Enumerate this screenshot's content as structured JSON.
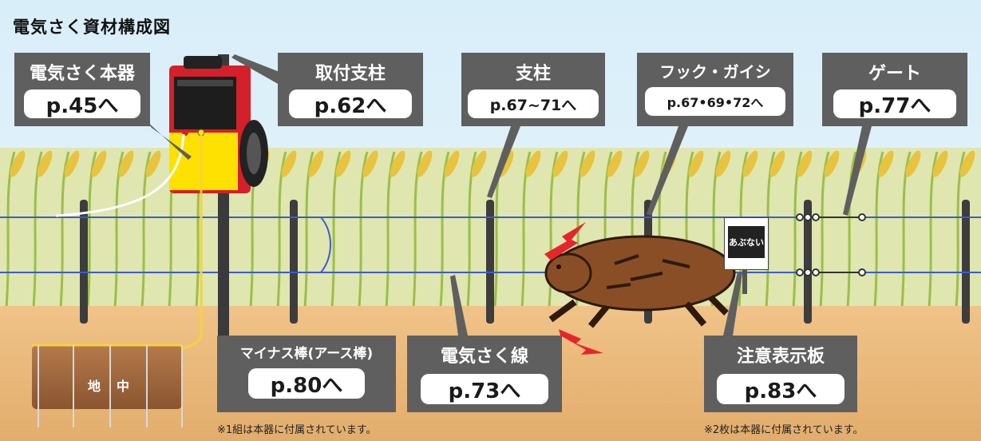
{
  "title": "電気さく資材構成図",
  "callouts": {
    "energizer": {
      "label": "電気さく本器",
      "page": "p.45へ"
    },
    "mount_post": {
      "label": "取付支柱",
      "page": "p.62へ"
    },
    "post": {
      "label": "支柱",
      "page": "p.67~71へ"
    },
    "hook_insulator": {
      "label": "フック・ガイシ",
      "page": "p.67•69•72へ"
    },
    "gate": {
      "label": "ゲート",
      "page": "p.77へ"
    },
    "ground_rod": {
      "label": "マイナス棒(アース棒)",
      "page": "p.80へ"
    },
    "fence_wire": {
      "label": "電気さく線",
      "page": "p.73へ"
    },
    "warning_sign": {
      "label": "注意表示板",
      "page": "p.83へ"
    }
  },
  "notes": {
    "ground_rod_note": "※1組は本器に付属されています。",
    "sign_note": "※2枚は本器に付属されています。"
  },
  "sign_text": "あぶない",
  "ground_text": {
    "left": "地",
    "right": "中"
  },
  "colors": {
    "callout_bg": "#5f5f5f",
    "wire": "#3b5bd6",
    "soil": "#e6b577",
    "sky": "#dff0fb",
    "energizer_red": "#d3202a",
    "energizer_yellow": "#ffe100",
    "boar": "#8a4e26",
    "spark": "#e4262b"
  }
}
